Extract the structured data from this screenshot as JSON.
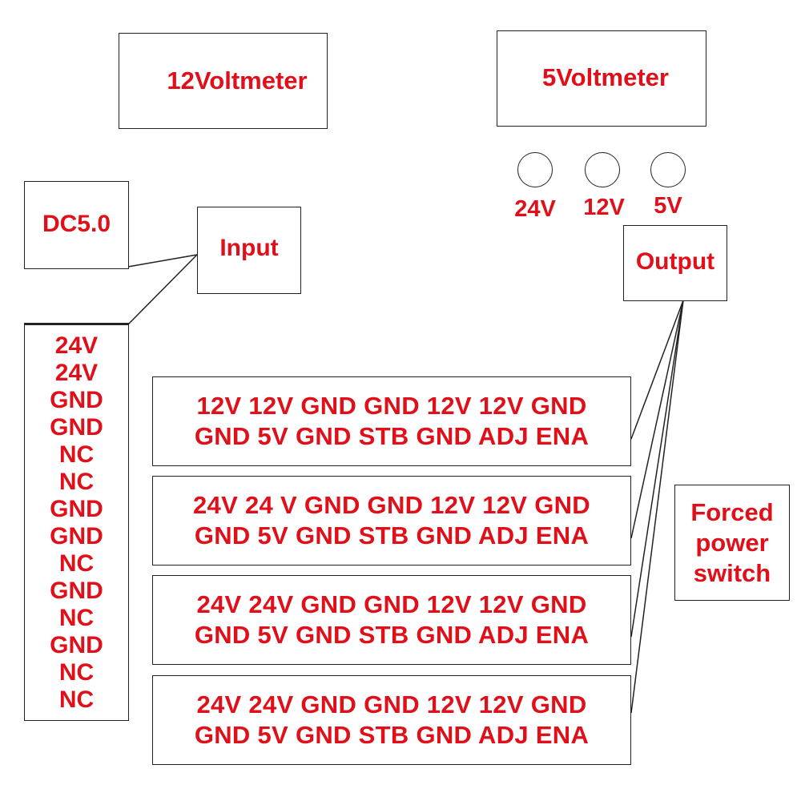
{
  "meters": {
    "left": "12Voltmeter",
    "right": "5Voltmeter"
  },
  "indicators": [
    {
      "label": "24V"
    },
    {
      "label": "12V"
    },
    {
      "label": "5V"
    }
  ],
  "input": {
    "dc_label": "DC5.0",
    "input_label": "Input"
  },
  "output": {
    "label": "Output"
  },
  "left_connector": {
    "pins": [
      "24V",
      "24V",
      "GND",
      "GND",
      "NC",
      "NC",
      "GND",
      "GND",
      "NC",
      "GND",
      "NC",
      "GND",
      "NC",
      "NC"
    ]
  },
  "strips": [
    {
      "line1": "12V 12V GND GND 12V 12V GND",
      "line2": "GND 5V GND STB GND ADJ ENA"
    },
    {
      "line1": "24V 24 V GND GND 12V 12V GND",
      "line2": "GND 5V GND STB GND ADJ ENA"
    },
    {
      "line1": "24V 24V GND GND 12V 12V GND",
      "line2": "GND 5V GND STB GND ADJ ENA"
    },
    {
      "line1": "24V 24V GND GND 12V 12V GND",
      "line2": "GND 5V GND STB GND ADJ ENA"
    }
  ],
  "switch": {
    "line1": "Forced",
    "line2": "power",
    "line3": "switch"
  },
  "colors": {
    "label_red": "#e0101a",
    "border": "#222222"
  }
}
